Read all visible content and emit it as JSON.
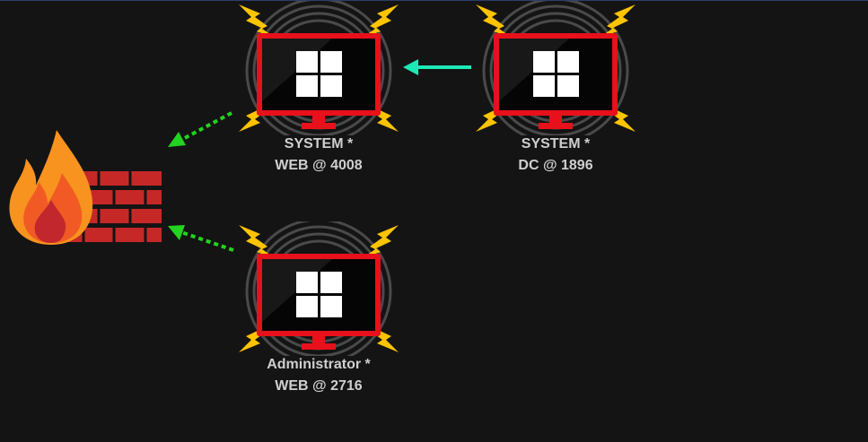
{
  "nodes": [
    {
      "line1": "SYSTEM *",
      "line2": "WEB @ 4008"
    },
    {
      "line1": "SYSTEM *",
      "line2": "DC @ 1896"
    },
    {
      "line1": "Administrator *",
      "line2": "WEB @ 2716"
    }
  ],
  "icons": {
    "host": "windows-computer-icon",
    "firewall": "firewall-icon",
    "status": "lightning-bolt-icon"
  },
  "colors": {
    "background": "#141414",
    "monitor": "#e8101a",
    "session_arrow": "#1de9b6",
    "firewall_arrow": "#22d31f",
    "label": "#cfcfcf"
  }
}
